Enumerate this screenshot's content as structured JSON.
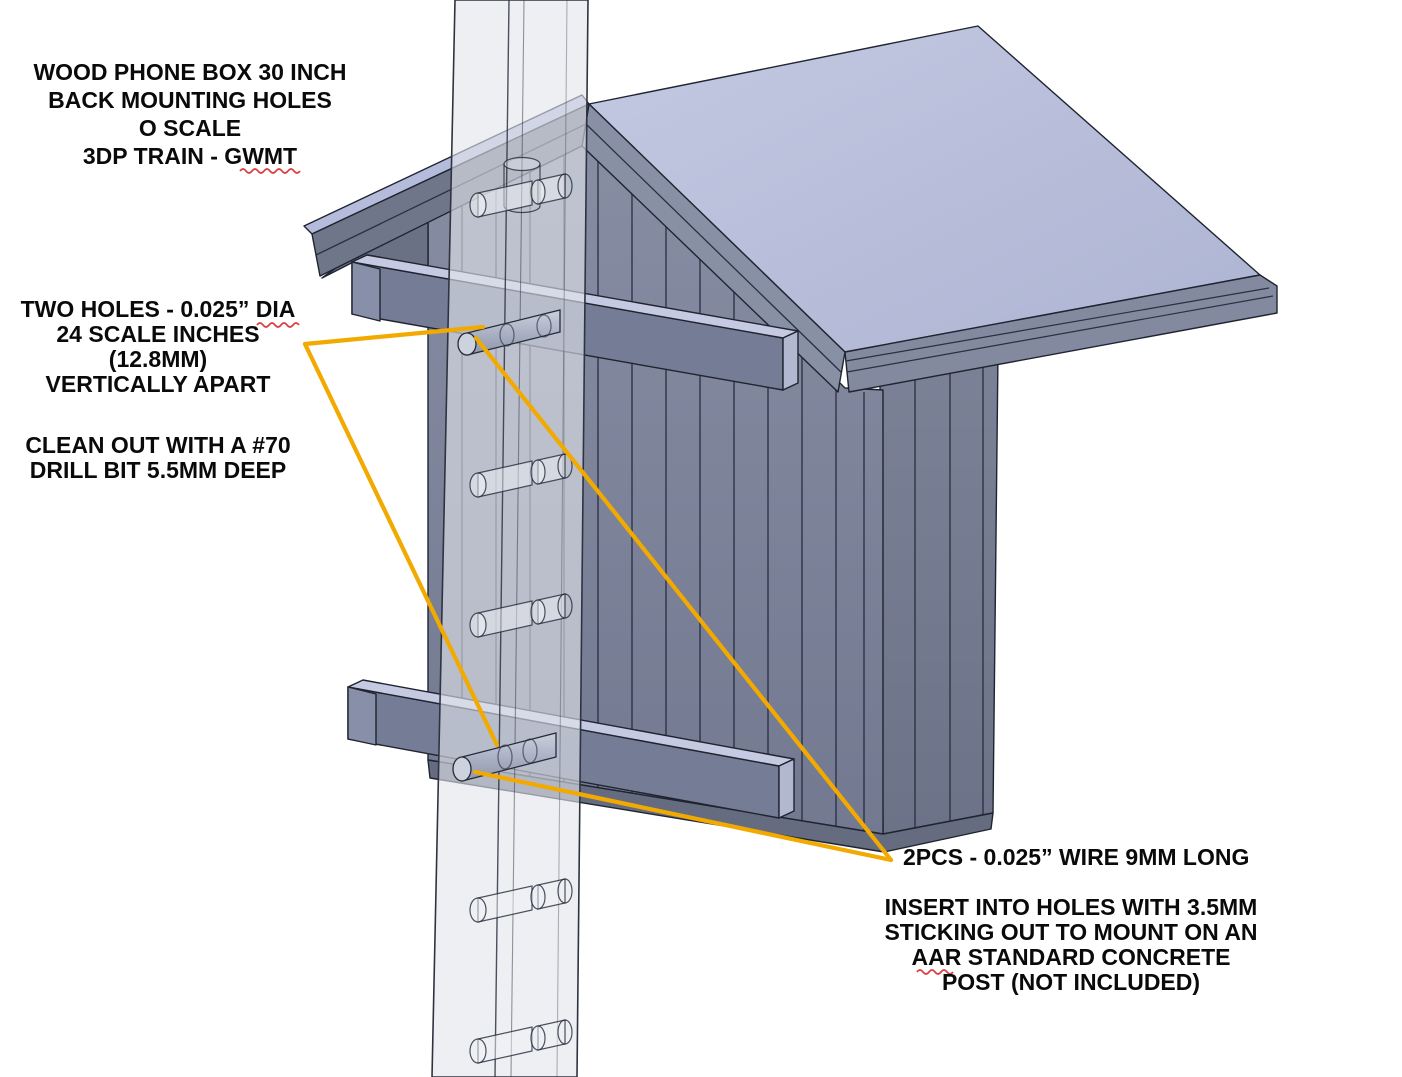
{
  "annotations": {
    "title_block": {
      "lines": [
        "WOOD PHONE BOX 30 INCH",
        "BACK MOUNTING HOLES",
        "O SCALE",
        "3DP TRAIN - GWMT"
      ]
    },
    "holes_note": {
      "lines": [
        "TWO HOLES -  0.025” DIA",
        "24 SCALE INCHES",
        "(12.8MM)",
        "VERTICALLY APART"
      ]
    },
    "drill_note": {
      "lines": [
        "CLEAN OUT WITH A #70",
        "DRILL BIT 5.5MM DEEP"
      ]
    },
    "wire_note": {
      "text": "2PCS - 0.025” WIRE 9MM LONG"
    },
    "mount_note": {
      "lines": [
        "INSERT INTO HOLES WITH 3.5MM",
        "STICKING OUT TO MOUNT ON AN",
        "AAR STANDARD CONCRETE",
        "POST (NOT INCLUDED)"
      ]
    },
    "spellcheck_underlined_words": [
      "GWMT",
      "DIA",
      "AAR"
    ]
  },
  "model": {
    "parts": {
      "phone_box": "wood phone box (O scale)",
      "roof": "gable roof",
      "mounting_battens": "back mounting battens",
      "mounting_wires": "two 0.025 inch mounting wires",
      "concrete_post": "AAR standard concrete post (shown transparent, not included)"
    }
  },
  "colors": {
    "background": "#FFFFFF",
    "roof": "#BAC0DC",
    "walls": "#7D8398",
    "batten_top": "#C5CAE2",
    "post": "#E4E7EC",
    "leader_line": "#F2A900",
    "spellcheck": "#E03E3E",
    "text": "#0A0A0A"
  }
}
